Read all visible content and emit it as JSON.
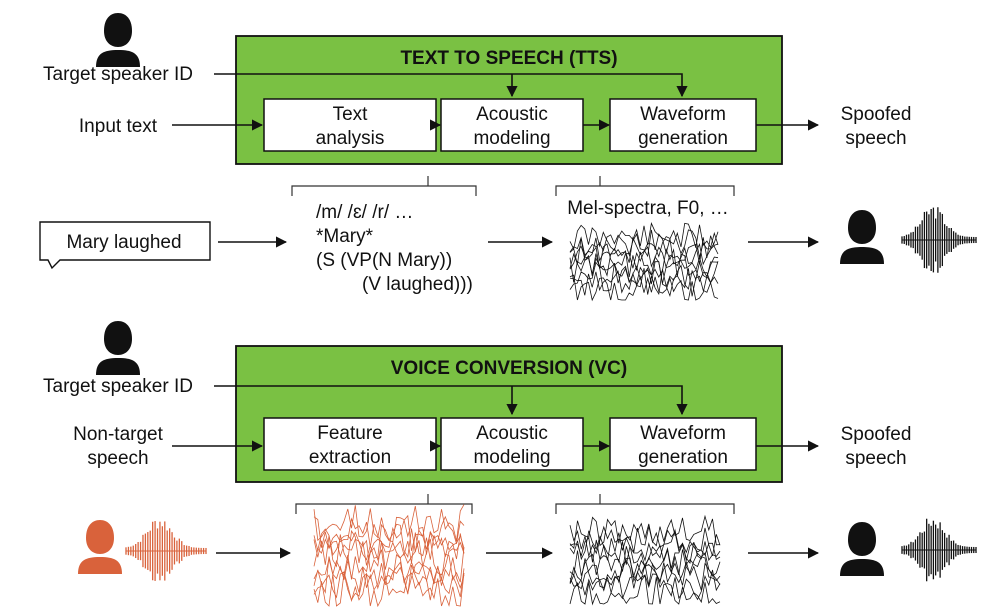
{
  "tts": {
    "title": "TEXT TO SPEECH (TTS)",
    "target_speaker_label": "Target speaker ID",
    "input_label": "Input text",
    "blocks": [
      {
        "line1": "Text",
        "line2": "analysis"
      },
      {
        "line1": "Acoustic",
        "line2": "modeling"
      },
      {
        "line1": "Waveform",
        "line2": "generation"
      }
    ],
    "output_line1": "Spoofed",
    "output_line2": "speech",
    "example_input": "Mary laughed",
    "linguistic_lines": [
      "/m/ /ɛ/ /r/ …",
      "*Mary*",
      "(S (VP(N Mary))",
      "(V laughed)))"
    ],
    "acoustic_features": "Mel-spectra, F0, …"
  },
  "vc": {
    "title": "VOICE CONVERSION (VC)",
    "target_speaker_label": "Target speaker ID",
    "input_line1": "Non-target",
    "input_line2": "speech",
    "blocks": [
      {
        "line1": "Feature",
        "line2": "extraction"
      },
      {
        "line1": "Acoustic",
        "line2": "modeling"
      },
      {
        "line1": "Waveform",
        "line2": "generation"
      }
    ],
    "output_line1": "Spoofed",
    "output_line2": "speech"
  },
  "colors": {
    "panel_fill": "#7ac143",
    "source_speaker": "#d9623b",
    "ink": "#111111"
  },
  "icons": {
    "speaker": "person-icon",
    "waveform": "waveform-icon",
    "features": "feature-traces-icon"
  }
}
